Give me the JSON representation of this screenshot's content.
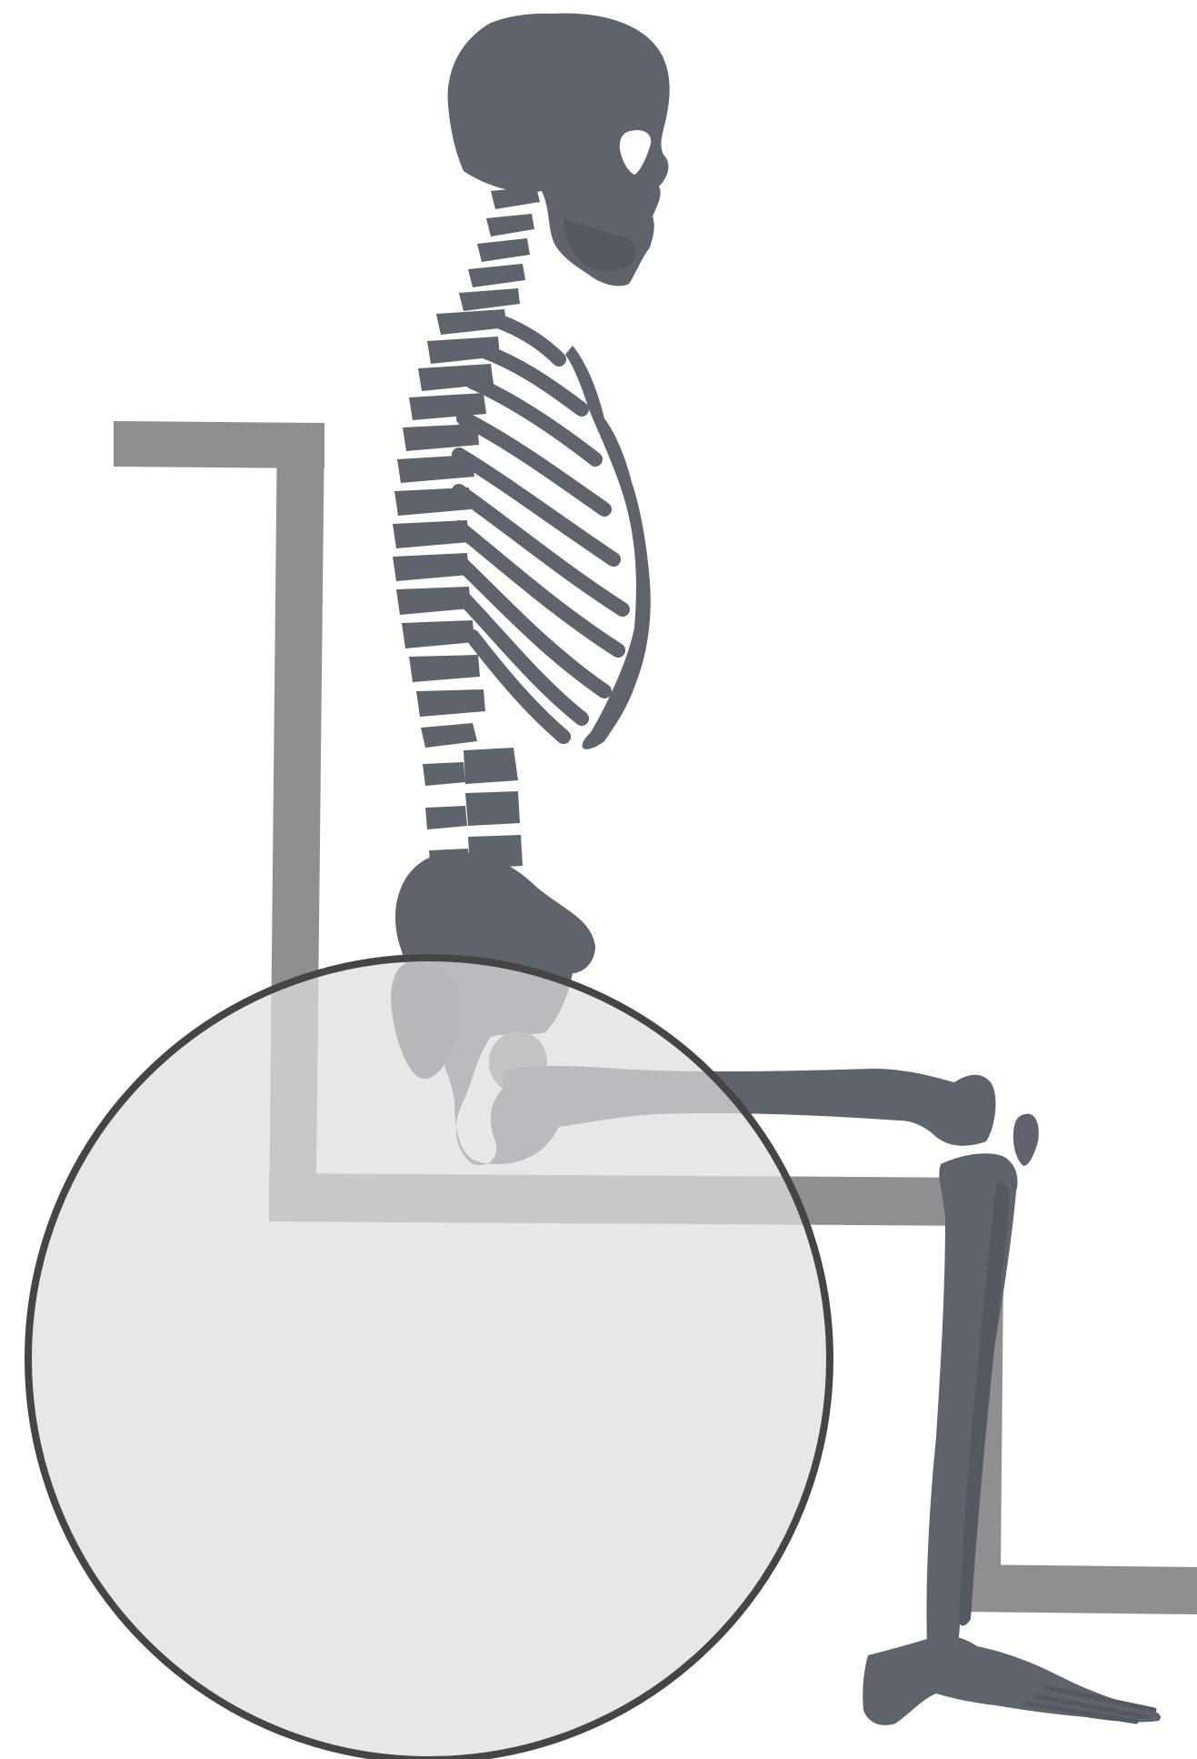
{
  "colors": {
    "background": "#ffffff",
    "bone": "#5f636b",
    "bone_dark": "#545860",
    "frame": "#8f8f8f",
    "wheel_fill": "#dedede",
    "wheel_stroke": "#454545"
  },
  "parts": {
    "skeleton": "seated-skeleton",
    "frame": "wheelchair-frame",
    "wheel": "wheelchair-wheel"
  }
}
